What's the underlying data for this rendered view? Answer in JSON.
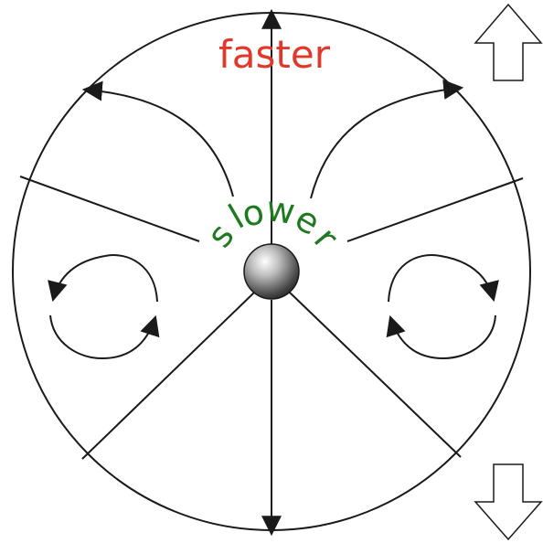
{
  "labels": {
    "faster": "faster",
    "slower": [
      "s",
      "l",
      "o",
      "w",
      "e",
      "r"
    ]
  },
  "colors": {
    "faster": "#e0392b",
    "slower": "#1f7a1f",
    "stroke": "#1a1a1a",
    "background": "#ffffff"
  },
  "controls": {
    "up_icon": "up-arrow-icon",
    "down_icon": "down-arrow-icon"
  }
}
